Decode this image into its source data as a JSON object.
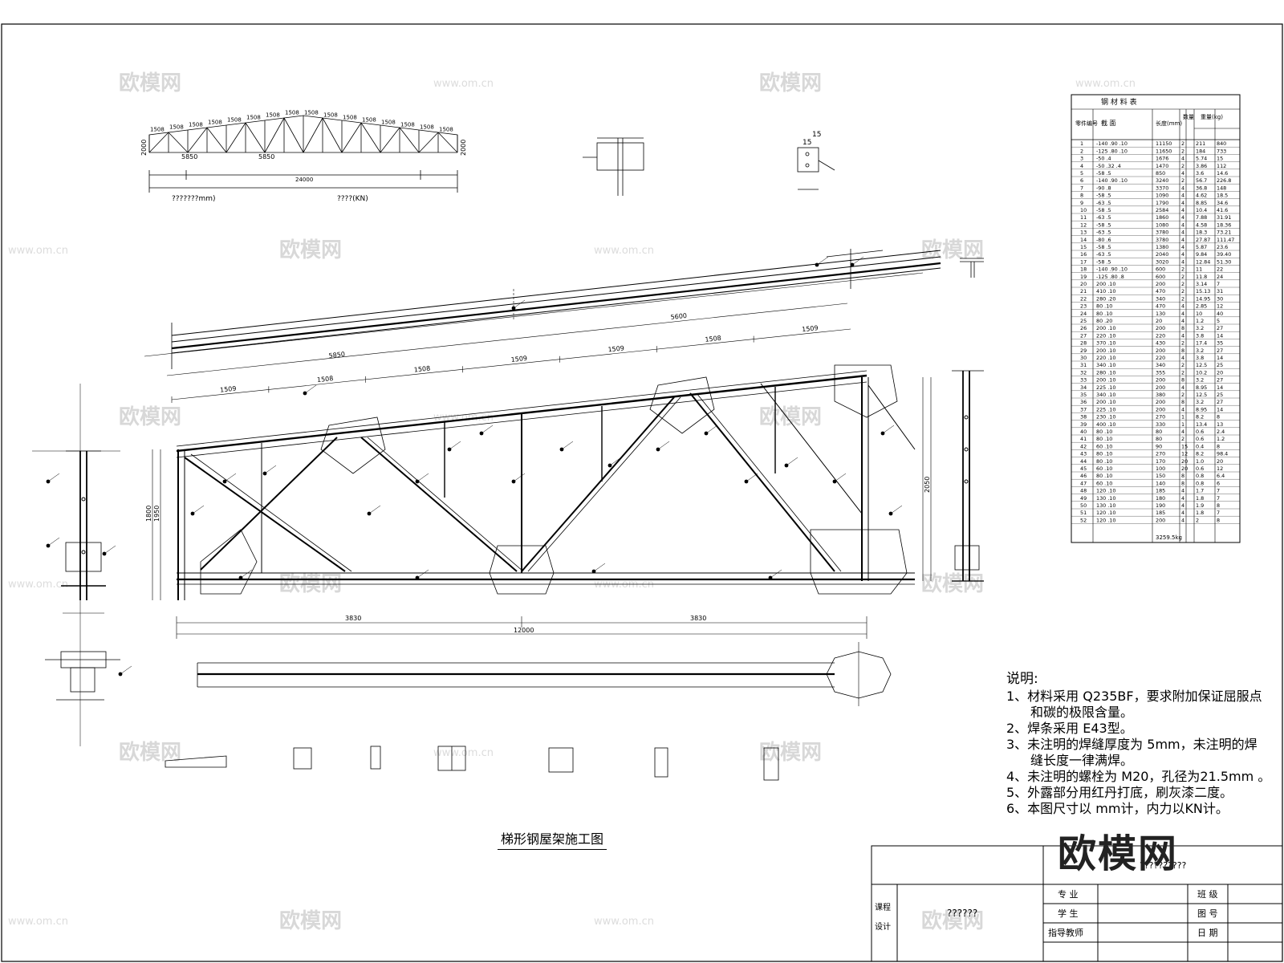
{
  "drawing": {
    "title": "梯形钢屋架施工图",
    "watermark_brand": "欧模网",
    "watermark_url": "www.om.cn",
    "brand_mark": "欧模网"
  },
  "layout_diagram": {
    "top_panels": [
      "1508",
      "1508",
      "1508",
      "1508",
      "1508",
      "1508",
      "1508",
      "1508",
      "1508",
      "1508",
      "1508",
      "1508",
      "1508",
      "1508",
      "1508",
      "1508"
    ],
    "bay_labels": [
      "5850",
      "5850"
    ],
    "span_total": "24000",
    "left_label": "???????mm)",
    "right_label": "????(KN)",
    "height_left": "2000",
    "height_right": "2000"
  },
  "truss_dims": {
    "top_chord": [
      "1509",
      "1508",
      "1508",
      "1509",
      "1509",
      "1508",
      "1509"
    ],
    "upper_member": "5850",
    "upper_member2": "5600",
    "heights": [
      "1950",
      "1800",
      "2050"
    ],
    "bottom_left": "3830",
    "bottom_right": "3830",
    "bottom_total": "12000"
  },
  "material_table": {
    "title": "钢  材  料  表",
    "headers": [
      "零件编号",
      "截    面",
      "长度(mm)",
      "数量",
      "重量(kg)"
    ],
    "rows": [
      [
        "1",
        "-140 .90 .10",
        "11150",
        "2",
        "211",
        "840"
      ],
      [
        "2",
        "-125 .80 .10",
        "11650",
        "2",
        "184",
        "733"
      ],
      [
        "3",
        "-50 .4",
        "1676",
        "4",
        "5.74",
        "15"
      ],
      [
        "4",
        "-50 .32 .4",
        "1470",
        "2",
        "3.86",
        "112"
      ],
      [
        "5",
        "-58 .5",
        "850",
        "4",
        "3.6",
        "14.6"
      ],
      [
        "6",
        "-140 .90 .10",
        "3240",
        "2",
        "56.7",
        "226.8"
      ],
      [
        "7",
        "-90 .8",
        "3370",
        "4",
        "36.8",
        "148"
      ],
      [
        "8",
        "-58 .5",
        "1090",
        "4",
        "4.62",
        "18.5"
      ],
      [
        "9",
        "-63 .5",
        "1790",
        "4",
        "8.85",
        "34.6"
      ],
      [
        "10",
        "-58 .5",
        "2584",
        "4",
        "10.4",
        "41.6"
      ],
      [
        "11",
        "-63 .5",
        "1860",
        "4",
        "7.88",
        "31.91"
      ],
      [
        "12",
        "-58 .5",
        "1080",
        "4",
        "4.58",
        "18.36"
      ],
      [
        "13",
        "-63 .5",
        "3780",
        "4",
        "18.3",
        "73.21"
      ],
      [
        "14",
        "-80 .6",
        "3780",
        "4",
        "27.87",
        "111.47"
      ],
      [
        "15",
        "-58 .5",
        "1380",
        "4",
        "5.87",
        "23.6"
      ],
      [
        "16",
        "-63 .5",
        "2040",
        "4",
        "9.84",
        "39.40"
      ],
      [
        "17",
        "-58 .5",
        "3020",
        "4",
        "12.84",
        "51.30"
      ],
      [
        "18",
        "-140 .90 .10",
        "600",
        "2",
        "11",
        "22"
      ],
      [
        "19",
        "-125 .80 .8",
        "600",
        "2",
        "11.8",
        "24"
      ],
      [
        "20",
        "200 .10",
        "200",
        "2",
        "3.14",
        "7"
      ],
      [
        "21",
        "410 .10",
        "470",
        "2",
        "15.13",
        "31"
      ],
      [
        "22",
        "280 .20",
        "340",
        "2",
        "14.95",
        "30"
      ],
      [
        "23",
        "80 .10",
        "470",
        "4",
        "2.85",
        "12"
      ],
      [
        "24",
        "80 .10",
        "130",
        "4",
        "10",
        "40"
      ],
      [
        "25",
        "80 .20",
        "20",
        "4",
        "1.2",
        "5"
      ],
      [
        "26",
        "200 .10",
        "200",
        "8",
        "3.2",
        "27"
      ],
      [
        "27",
        "220 .10",
        "220",
        "4",
        "3.8",
        "14"
      ],
      [
        "28",
        "370 .10",
        "430",
        "2",
        "17.4",
        "35"
      ],
      [
        "29",
        "200 .10",
        "200",
        "8",
        "3.2",
        "27"
      ],
      [
        "30",
        "220 .10",
        "220",
        "4",
        "3.8",
        "14"
      ],
      [
        "31",
        "340 .10",
        "340",
        "2",
        "12.5",
        "25"
      ],
      [
        "32",
        "280 .10",
        "355",
        "2",
        "10.2",
        "20"
      ],
      [
        "33",
        "200 .10",
        "200",
        "8",
        "3.2",
        "27"
      ],
      [
        "34",
        "225 .10",
        "200",
        "4",
        "8.95",
        "14"
      ],
      [
        "35",
        "340 .10",
        "380",
        "2",
        "12.5",
        "25"
      ],
      [
        "36",
        "200 .10",
        "200",
        "8",
        "3.2",
        "27"
      ],
      [
        "37",
        "225 .10",
        "200",
        "4",
        "8.95",
        "14"
      ],
      [
        "38",
        "230 .10",
        "270",
        "1",
        "8.2",
        "8"
      ],
      [
        "39",
        "400 .10",
        "330",
        "1",
        "13.4",
        "13"
      ],
      [
        "40",
        "80 .10",
        "80",
        "4",
        "0.6",
        "2.4"
      ],
      [
        "41",
        "80 .10",
        "80",
        "2",
        "0.6",
        "1.2"
      ],
      [
        "42",
        "60 .10",
        "90",
        "15",
        "0.4",
        "8"
      ],
      [
        "43",
        "80 .10",
        "270",
        "12",
        "8.2",
        "98.4"
      ],
      [
        "44",
        "80 .10",
        "170",
        "20",
        "1.0",
        "20"
      ],
      [
        "45",
        "60 .10",
        "100",
        "20",
        "0.6",
        "12"
      ],
      [
        "46",
        "80 .10",
        "150",
        "8",
        "0.8",
        "6.4"
      ],
      [
        "47",
        "60 .10",
        "140",
        "8",
        "0.8",
        "6"
      ],
      [
        "48",
        "120 .10",
        "185",
        "4",
        "1.7",
        "7"
      ],
      [
        "49",
        "130 .10",
        "180",
        "4",
        "1.8",
        "7"
      ],
      [
        "50",
        "130 .10",
        "190",
        "4",
        "1.9",
        "8"
      ],
      [
        "51",
        "120 .10",
        "185",
        "4",
        "1.8",
        "7"
      ],
      [
        "52",
        "120 .10",
        "200",
        "4",
        "2",
        "8"
      ]
    ],
    "total": "3259.5kg"
  },
  "notes": {
    "title": "说明:",
    "items": [
      "1、材料采用 Q235BF，要求附加保证屈服点",
      "和碳的极限含量。",
      "2、焊条采用 E43型。",
      "3、未注明的焊缝厚度为 5mm，未注明的焊",
      "缝长度一律满焊。",
      "4、未注明的螺栓为 M20，孔径为21.5mm 。",
      "5、外露部分用红丹打底，刷灰漆二度。",
      "6、本图尺寸以 mm计，内力以KN计。"
    ]
  },
  "title_block": {
    "drawing_name": "??????",
    "left_labels": [
      "课程",
      "设计"
    ],
    "row_labels": [
      "专 业",
      "学 生",
      "指导教师"
    ],
    "right_labels": [
      "班 级",
      "图 号",
      "日 期"
    ],
    "top_cell": "??????????"
  }
}
